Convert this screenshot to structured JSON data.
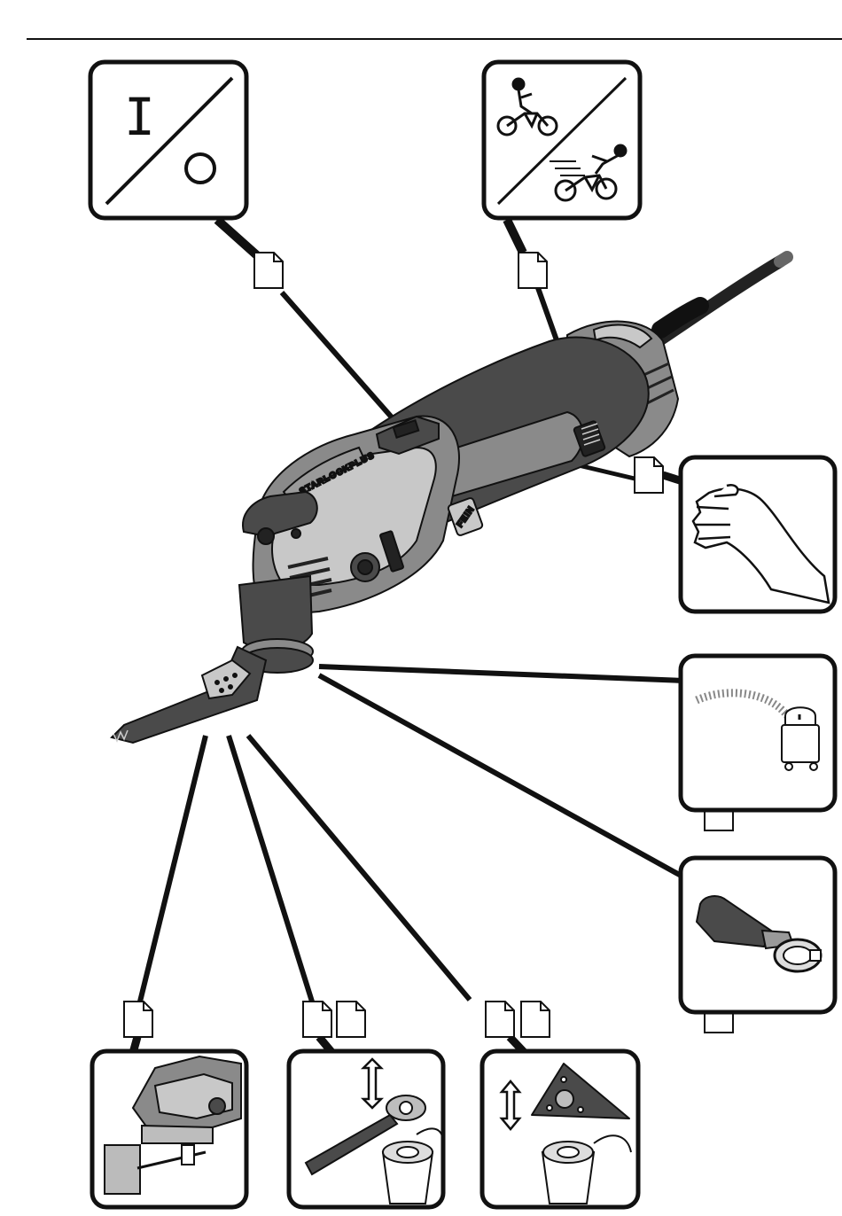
{
  "figure": {
    "kind": "oscillating multi-tool overview illustration",
    "brand_marks": {
      "accessory_system": "STARLOCKPLUS",
      "logo": "FEIN"
    },
    "panels": [
      {
        "id": "on-off",
        "icon": "on-off-switch-icon",
        "symbols": [
          "I",
          "O"
        ]
      },
      {
        "id": "speed",
        "icon": "speed-selector-icon"
      },
      {
        "id": "hand-grip",
        "icon": "hand-grip-icon"
      },
      {
        "id": "dust-extraction",
        "icon": "dust-extractor-icon"
      },
      {
        "id": "extraction-hood",
        "icon": "extraction-hood-icon"
      },
      {
        "id": "depth-stop",
        "icon": "depth-stop-icon"
      },
      {
        "id": "blade-change",
        "icon": "blade-change-icon"
      },
      {
        "id": "sanding-pad-change",
        "icon": "sanding-pad-change-icon"
      }
    ],
    "page_reference_icon": "page-reference-icon",
    "colors": {
      "line": "#111111",
      "tool_body_dark": "#4a4a4a",
      "tool_body_mid": "#8a8a8a",
      "tool_body_light": "#c8c8c8",
      "panel_fill": "#ffffff"
    }
  }
}
